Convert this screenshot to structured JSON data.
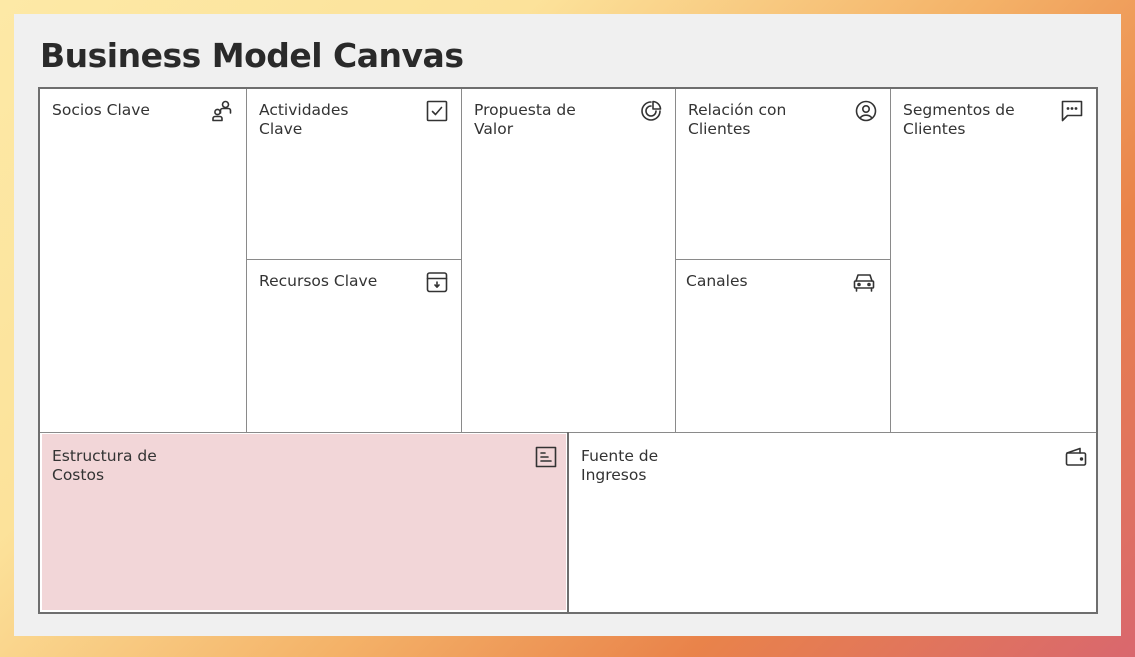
{
  "title": "Business Model Canvas",
  "blocks": {
    "socios": {
      "label": "Socios Clave",
      "icon": "partners-icon"
    },
    "actividades": {
      "label": "Actividades Clave",
      "icon": "checkbox-icon"
    },
    "recursos": {
      "label": "Recursos Clave",
      "icon": "archive-box-icon"
    },
    "propuesta": {
      "label": "Propuesta de Valor",
      "icon": "pie-chart-icon"
    },
    "relacion": {
      "label": "Relación con Clientes",
      "icon": "user-circle-icon"
    },
    "canales": {
      "label": "Canales",
      "icon": "truck-icon"
    },
    "segmentos": {
      "label": "Segmentos de Clientes",
      "icon": "chat-bubble-icon"
    },
    "costos": {
      "label": "Estructura de Costos",
      "icon": "document-lines-icon"
    },
    "ingresos": {
      "label": "Fuente de Ingresos",
      "icon": "wallet-icon"
    }
  },
  "colors": {
    "costs_fill": "#f2d6d8",
    "border": "#6e6e6e"
  }
}
